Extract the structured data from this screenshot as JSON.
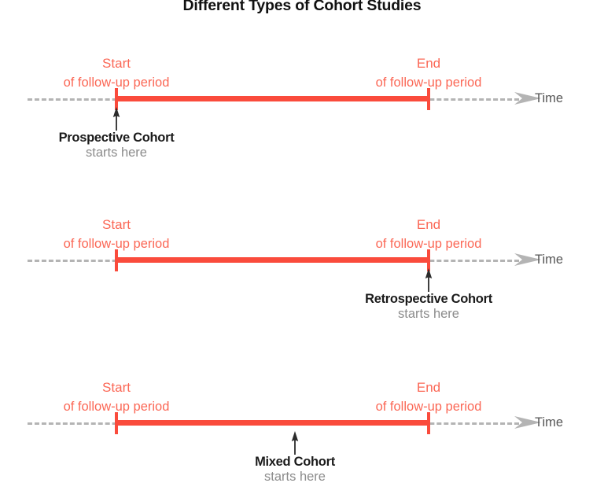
{
  "title": "Different Types of Cohort Studies",
  "axis": {
    "label": "Time",
    "arrow_icon": "arrow-right-icon",
    "line_style": "dashed",
    "line_color": "#b4b4b4"
  },
  "colors": {
    "period_bar": "#fa4b3c",
    "period_label": "#fb6755",
    "axis_gray": "#b4b4b4",
    "annotation_title": "#1b1b1b",
    "annotation_sub": "#8c8c8c",
    "axis_label": "#555555"
  },
  "period": {
    "start_top": "Start",
    "start_bottom": "of follow-up period",
    "end_top": "End",
    "end_bottom": "of follow-up period"
  },
  "panels": [
    {
      "id": "prospective",
      "annotation_title": "Prospective Cohort",
      "annotation_sub": "starts here",
      "marker_position": "start-of-follow-up"
    },
    {
      "id": "retrospective",
      "annotation_title": "Retrospective Cohort",
      "annotation_sub": "starts here",
      "marker_position": "end-of-follow-up"
    },
    {
      "id": "mixed",
      "annotation_title": "Mixed Cohort",
      "annotation_sub": "starts here",
      "marker_position": "middle-of-follow-up"
    }
  ]
}
